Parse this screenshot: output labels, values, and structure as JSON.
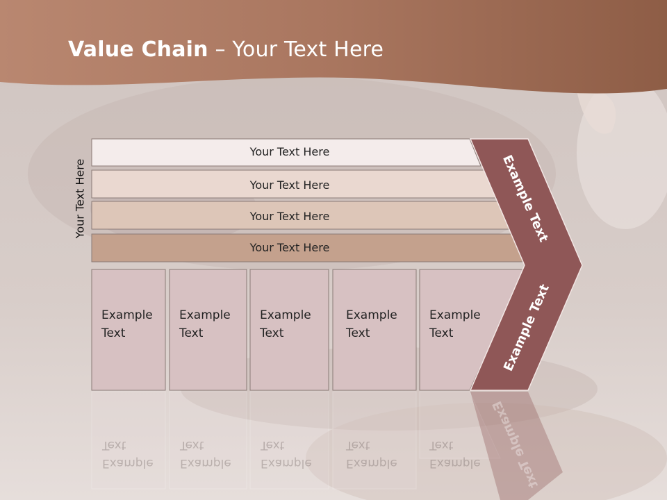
{
  "title": {
    "bold": "Value Chain",
    "rest": " – Your Text Here"
  },
  "side_label": "Your Text Here",
  "bands": [
    "Your Text Here",
    "Your Text Here",
    "Your Text Here",
    "Your Text Here"
  ],
  "boxes": [
    {
      "line1": "Example",
      "line2": "Text"
    },
    {
      "line1": "Example",
      "line2": "Text"
    },
    {
      "line1": "Example",
      "line2": "Text"
    },
    {
      "line1": "Example",
      "line2": "Text"
    },
    {
      "line1": "Example",
      "line2": "Text"
    }
  ],
  "chevron": {
    "upper": "Example Text",
    "lower": "Example Text"
  },
  "colors": {
    "header": "#9a6a52",
    "band1": "#f4eceb",
    "band2": "#ead8d0",
    "band3": "#ddc6b8",
    "band4": "#c4a18d",
    "box": "#d7c1c2",
    "chevron": "#8f5757"
  }
}
